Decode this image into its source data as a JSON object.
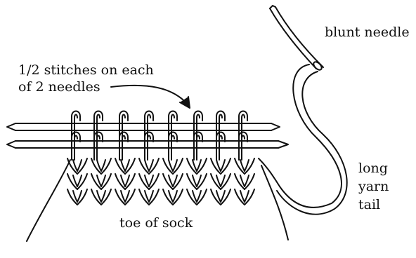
{
  "labels": {
    "needle": "blunt needle",
    "stitches_line1": "1/2 stitches on each",
    "stitches_line2": "of 2 needles",
    "tail_line1": "long",
    "tail_line2": "yarn",
    "tail_line3": "tail",
    "toe": "toe of sock"
  },
  "colors": {
    "ink": "#111111",
    "paper": "#ffffff"
  }
}
